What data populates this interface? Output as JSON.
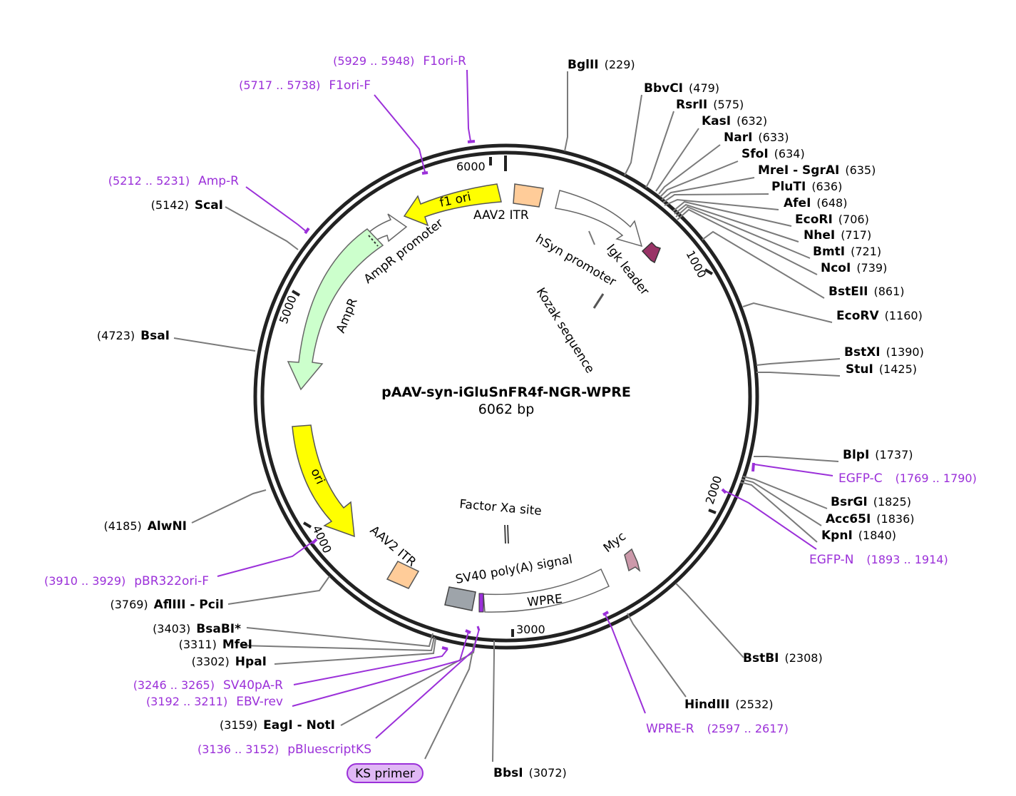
{
  "plasmid": {
    "name": "pAAV-syn-iGluSnFR4f-NGR-WPRE",
    "length": "6062 bp"
  },
  "ticks": [
    "6000",
    "1000",
    "2000",
    "3000",
    "4000",
    "5000"
  ],
  "sites": [
    {
      "name": "BglII",
      "pos": "(229)"
    },
    {
      "name": "BbvCI",
      "pos": "(479)"
    },
    {
      "name": "RsrII",
      "pos": "(575)"
    },
    {
      "name": "KasI",
      "pos": "(632)"
    },
    {
      "name": "NarI",
      "pos": "(633)"
    },
    {
      "name": "SfoI",
      "pos": "(634)"
    },
    {
      "name": "MreI - SgrAI",
      "pos": "(635)"
    },
    {
      "name": "PluTI",
      "pos": "(636)"
    },
    {
      "name": "AfeI",
      "pos": "(648)"
    },
    {
      "name": "EcoRI",
      "pos": "(706)"
    },
    {
      "name": "NheI",
      "pos": "(717)"
    },
    {
      "name": "BmtI",
      "pos": "(721)"
    },
    {
      "name": "NcoI",
      "pos": "(739)"
    },
    {
      "name": "BstEII",
      "pos": "(861)"
    },
    {
      "name": "EcoRV",
      "pos": "(1160)"
    },
    {
      "name": "BstXI",
      "pos": "(1390)"
    },
    {
      "name": "StuI",
      "pos": "(1425)"
    },
    {
      "name": "BlpI",
      "pos": "(1737)"
    },
    {
      "name": "BsrGI",
      "pos": "(1825)"
    },
    {
      "name": "Acc65I",
      "pos": "(1836)"
    },
    {
      "name": "KpnI",
      "pos": "(1840)"
    },
    {
      "name": "BstBI",
      "pos": "(2308)"
    },
    {
      "name": "HindIII",
      "pos": "(2532)"
    },
    {
      "name": "BbsI",
      "pos": "(3072)"
    },
    {
      "name": "EagI - NotI",
      "pos": "(3159)"
    },
    {
      "name": "HpaI",
      "pos": "(3302)"
    },
    {
      "name": "MfeI",
      "pos": "(3311)"
    },
    {
      "name": "BsaBI*",
      "pos": "(3403)"
    },
    {
      "name": "AflIII - PciI",
      "pos": "(3769)"
    },
    {
      "name": "AlwNI",
      "pos": "(4185)"
    },
    {
      "name": "BsaI",
      "pos": "(4723)"
    },
    {
      "name": "ScaI",
      "pos": "(5142)"
    }
  ],
  "primers": [
    {
      "name": "F1ori-R",
      "pos": "(5929 .. 5948)"
    },
    {
      "name": "F1ori-F",
      "pos": "(5717 .. 5738)"
    },
    {
      "name": "Amp-R",
      "pos": "(5212 .. 5231)"
    },
    {
      "name": "EGFP-C",
      "pos": "(1769 .. 1790)"
    },
    {
      "name": "EGFP-N",
      "pos": "(1893 .. 1914)"
    },
    {
      "name": "WPRE-R",
      "pos": "(2597 .. 2617)"
    },
    {
      "name": "pBluescriptKS",
      "pos": "(3136 .. 3152)"
    },
    {
      "name": "EBV-rev",
      "pos": "(3192 .. 3211)"
    },
    {
      "name": "SV40pA-R",
      "pos": "(3246 .. 3265)"
    },
    {
      "name": "pBR322ori-F",
      "pos": "(3910 .. 3929)"
    }
  ],
  "features": {
    "f1_ori": "f1 ori",
    "aav2_itr_top": "AAV2 ITR",
    "hsyn_promoter": "hSyn promoter",
    "igk_leader": "Igk leader",
    "kozak": "Kozak sequence",
    "ampr_promoter": "AmpR promoter",
    "ampr": "AmpR",
    "ori": "ori",
    "factor_xa": "Factor Xa site",
    "myc": "Myc",
    "aav2_itr_bottom": "AAV2 ITR",
    "sv40_polya": "SV40 poly(A) signal",
    "wpre": "WPRE",
    "ks_primer": "KS primer"
  },
  "colors": {
    "f1_ori": "#ffff00",
    "ori": "#ffff00",
    "ampr": "#ccffcc",
    "itr": "#ffcc99",
    "igk": "#993366",
    "myc": "#cc99aa",
    "sv40": "#9ea4aa",
    "primer": "#9b30d9",
    "ks_badge": "#e0b8f5"
  }
}
